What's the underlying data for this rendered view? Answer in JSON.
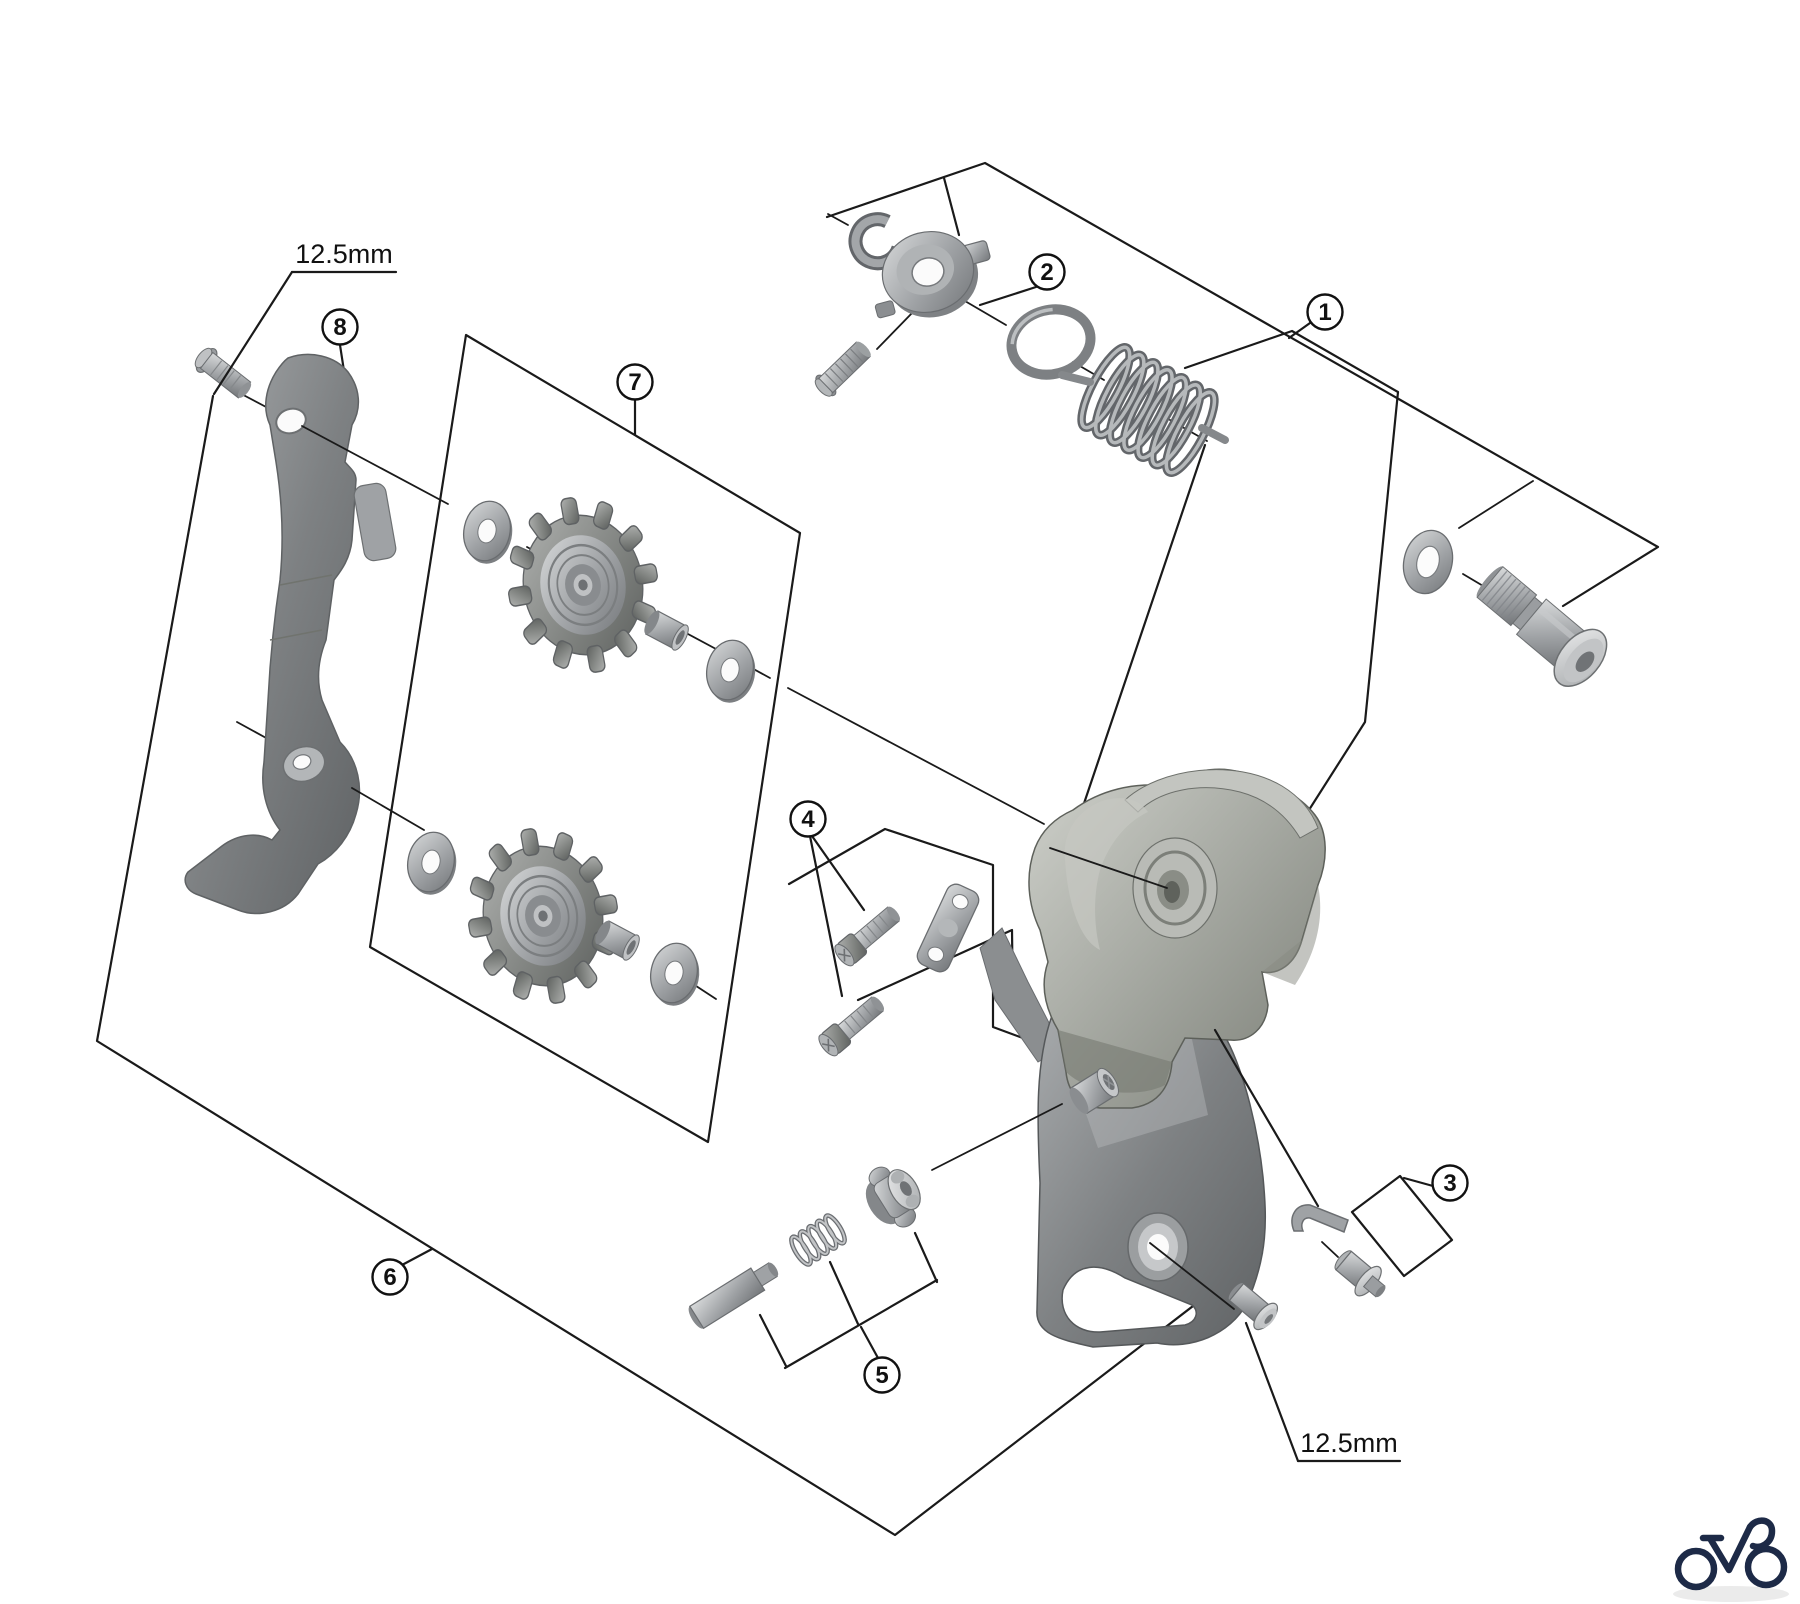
{
  "page": {
    "background": "#ffffff",
    "kind": "exploded-parts-diagram",
    "subject": "rear derailleur assembly"
  },
  "dimension_labels": [
    {
      "id": "dim-top-left",
      "text": "12.5mm"
    },
    {
      "id": "dim-bottom-right",
      "text": "12.5mm"
    }
  ],
  "callouts": [
    {
      "number": "1"
    },
    {
      "number": "2"
    },
    {
      "number": "3"
    },
    {
      "number": "4"
    },
    {
      "number": "5"
    },
    {
      "number": "6"
    },
    {
      "number": "7"
    },
    {
      "number": "8"
    }
  ],
  "parts_visible": [
    "e-clip",
    "cam-plate",
    "tension-spring",
    "o-ring",
    "stroke-adjust-bolt",
    "mounting-bolt",
    "mounting-washer",
    "main-body",
    "cable-fixing-plate",
    "cable-fixing-bolts",
    "b-tension-bolt",
    "b-tension-spring",
    "b-tension-knob",
    "cable-guide-hook",
    "guide-bolt",
    "inner-cage-plate",
    "outer-cage-plate",
    "upper-jockey-wheel",
    "lower-jockey-wheel",
    "pulley-washers",
    "pulley-bushings",
    "cage-pivot-bushing",
    "cage-pivot-bolt",
    "plate-fixing-bolt"
  ],
  "logo": {
    "icon": "bicycle-logo",
    "color": "#1d2a47"
  },
  "colors": {
    "line": "#1a1a1a",
    "metal_light": "#e8e9ea",
    "metal_mid": "#9fa2a5",
    "metal_dark": "#74777a",
    "body_gray": "#a0a39c",
    "plate_gray": "#7e8183"
  }
}
